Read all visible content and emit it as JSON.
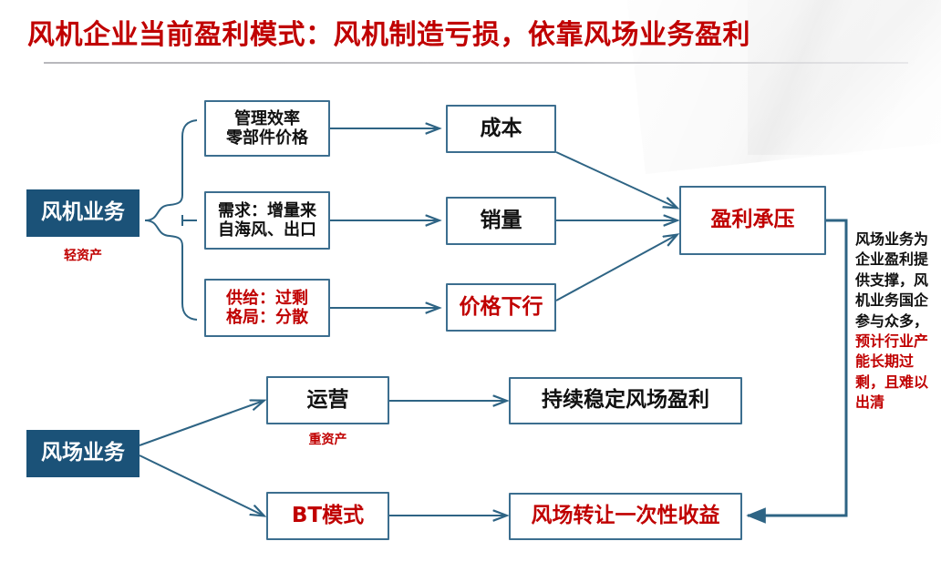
{
  "title": "风机企业当前盈利模式：风机制造亏损，依靠风场业务盈利",
  "colors": {
    "title_red": "#C00000",
    "node_fill_blue": "#1B5278",
    "node_border_blue": "#3C6E8F",
    "arrow_blue": "#2E6484",
    "text_black": "#111111"
  },
  "nodes": {
    "turbine_business": "风机业务",
    "turbine_business_caption": "轻资产",
    "factor_management": "管理效率\n零部件价格",
    "factor_management_line1": "管理效率",
    "factor_management_line2": "零部件价格",
    "factor_demand_line1": "需求：增量来",
    "factor_demand_line2": "自海风、出口",
    "factor_supply_line1": "供给：过剩",
    "factor_supply_line2": "格局：分散",
    "cost": "成本",
    "sales_volume": "销量",
    "price_down": "价格下行",
    "profit_pressure": "盈利承压",
    "farm_business": "风场业务",
    "operation": "运营",
    "operation_caption": "重资产",
    "stable_farm_profit": "持续稳定风场盈利",
    "bt_model": "BT模式",
    "farm_transfer_gain": "风场转让一次性收益"
  },
  "side_note": {
    "black_part": "风场业务为企业盈利提供支撑，风机业务国企参与众多，",
    "red_part": "预计行业产能长期过剩，且难以出清"
  },
  "diagram_data": {
    "type": "flow-diagram",
    "branches": [
      {
        "source": "风机业务",
        "label": "轻资产",
        "drivers": [
          {
            "driver": "管理效率 / 零部件价格",
            "leads_to": "成本",
            "emphasis": "normal"
          },
          {
            "driver": "需求：增量来自海风、出口",
            "leads_to": "销量",
            "emphasis": "normal"
          },
          {
            "driver": "供给：过剩 / 格局：分散",
            "leads_to": "价格下行",
            "emphasis": "red"
          }
        ],
        "outcome": "盈利承压"
      },
      {
        "source": "风场业务",
        "drivers": [
          {
            "driver": "运营",
            "label": "重资产",
            "leads_to": "持续稳定风场盈利",
            "emphasis": "normal"
          },
          {
            "driver": "BT模式",
            "leads_to": "风场转让一次性收益",
            "emphasis": "red"
          }
        ]
      }
    ],
    "feedback_edge": {
      "from": "盈利承压",
      "to": "风场转让一次性收益"
    }
  }
}
